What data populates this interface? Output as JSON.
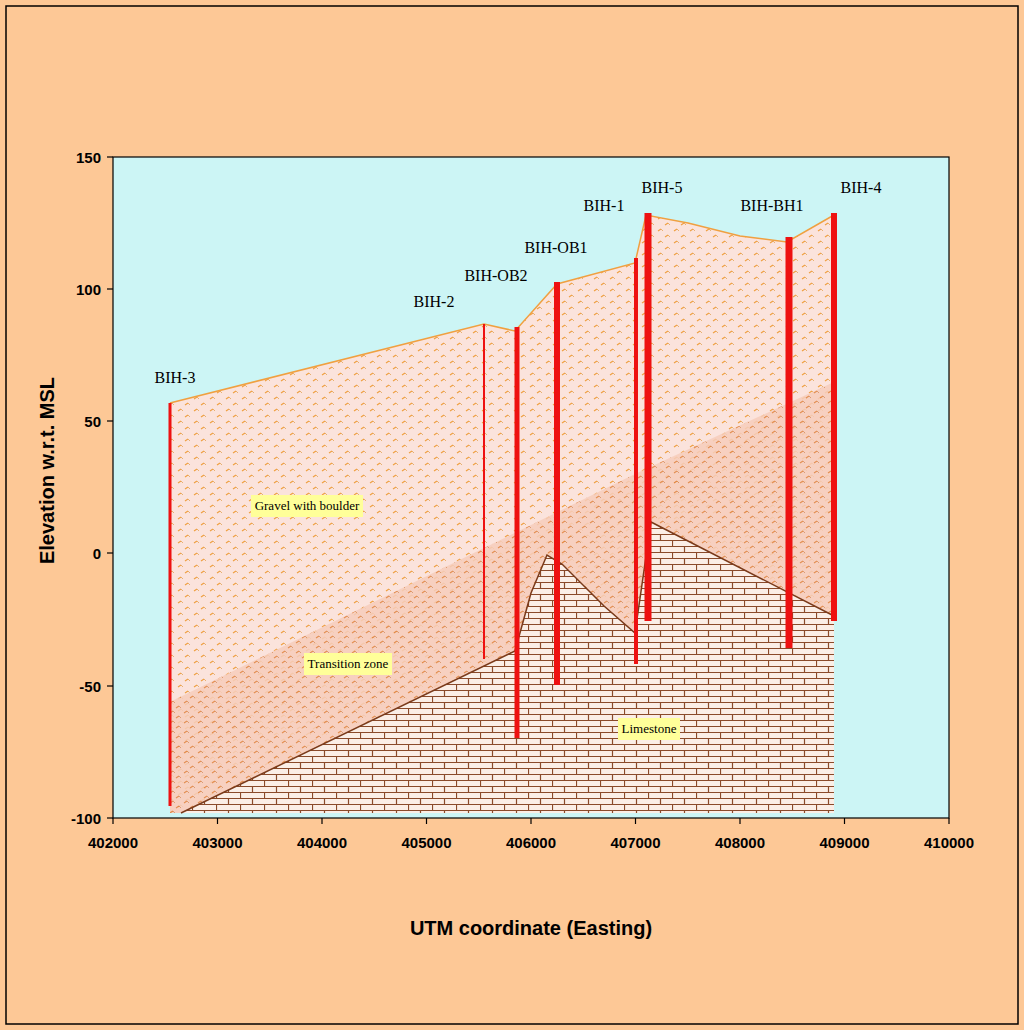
{
  "diagram": {
    "labels": [
      "BIH-3",
      "BIH-2",
      "BIH-OB2",
      "BIH-OB1",
      "BIH-1",
      "BIH-5",
      "BIH-BH1",
      "BIH-4",
      "Gravel with boulder",
      "Transition zone",
      "Limestone",
      "150",
      "100",
      "50",
      "0",
      "-50",
      "-100",
      "402000",
      "403000",
      "404000",
      "405000",
      "406000",
      "407000",
      "408000",
      "409000",
      "410000",
      "Elevation w.r.t. MSL",
      "UTM coordinate (Easting)"
    ]
  }
}
